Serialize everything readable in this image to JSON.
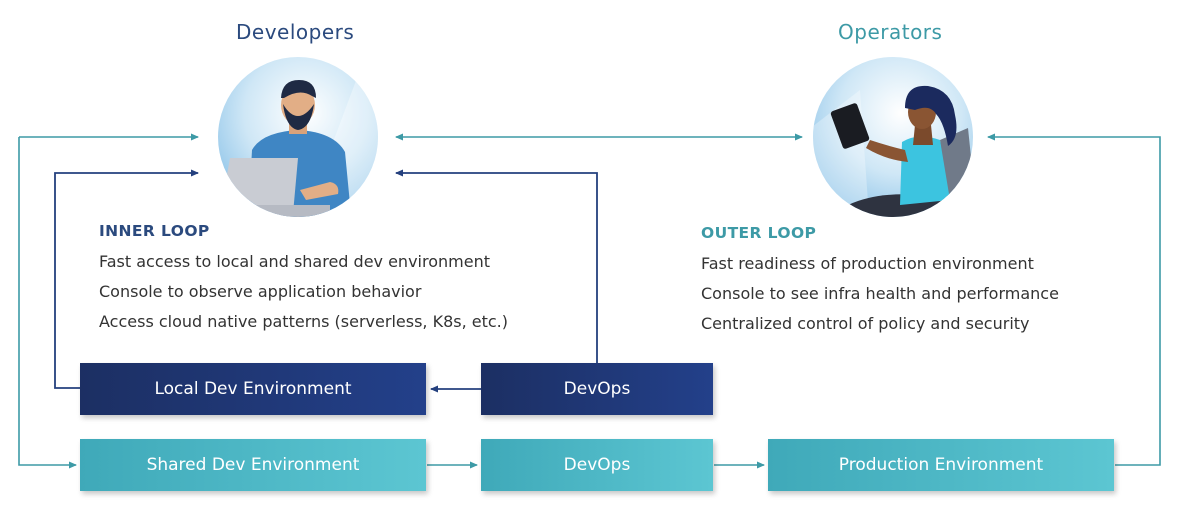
{
  "roles": {
    "developers": "Developers",
    "operators": "Operators"
  },
  "inner_loop": {
    "heading": "INNER LOOP",
    "bullets": [
      "Fast access to local and shared dev environment",
      "Console to observe application behavior",
      "Access cloud native patterns (serverless, K8s, etc.)"
    ]
  },
  "outer_loop": {
    "heading": "OUTER LOOP",
    "bullets": [
      "Fast readiness of production environment",
      "Console to see infra health and performance",
      "Centralized control of policy and security"
    ]
  },
  "boxes": {
    "local_dev": "Local Dev Environment",
    "devops_inner": "DevOps",
    "shared_dev": "Shared Dev Environment",
    "devops_outer": "DevOps",
    "production": "Production Environment"
  },
  "colors": {
    "dark_navy": "#1c2f63",
    "teal": "#4ab5c3",
    "developer_text": "#2b4a7e",
    "operator_text": "#3d9aa6"
  }
}
